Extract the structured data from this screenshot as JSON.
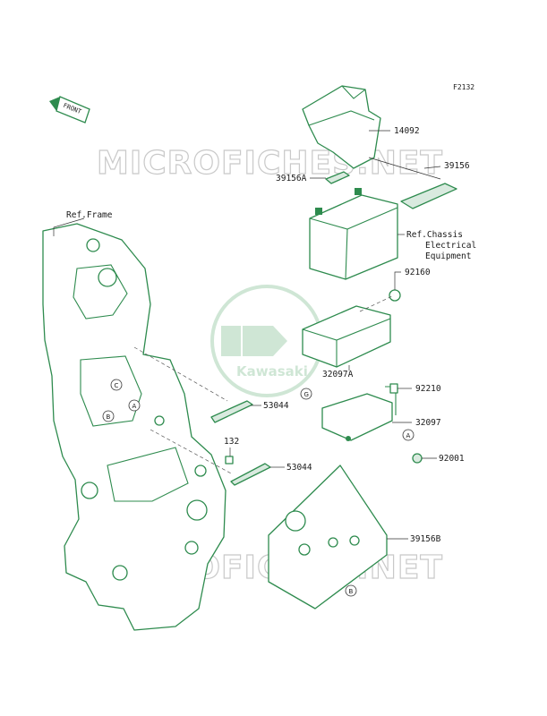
{
  "diagram": {
    "figure_code": "F2132",
    "front_indicator": "FRONT",
    "watermark": "MICROFICHES.NET",
    "brand": "Kawasaki"
  },
  "labels": {
    "p14092": "14092",
    "p39156": "39156",
    "p39156A": "39156A",
    "ref_chassis_1": "Ref.Chassis",
    "ref_chassis_2": "Electrical",
    "ref_chassis_3": "Equipment",
    "ref_frame": "Ref.Frame",
    "p92160": "92160",
    "p32097A": "32097A",
    "p53044_upper": "53044",
    "p92210": "92210",
    "p32097": "32097",
    "p132": "132",
    "p53044_lower": "53044",
    "p92001": "92001",
    "p39156B": "39156B"
  },
  "callouts": {
    "a1": "A",
    "a2": "A",
    "b1": "B",
    "b2": "B",
    "c1": "C",
    "g1": "G"
  },
  "colors": {
    "line": "#2e8b4e",
    "fill_light": "#d9eadf",
    "watermark": "#c9c9c9"
  }
}
